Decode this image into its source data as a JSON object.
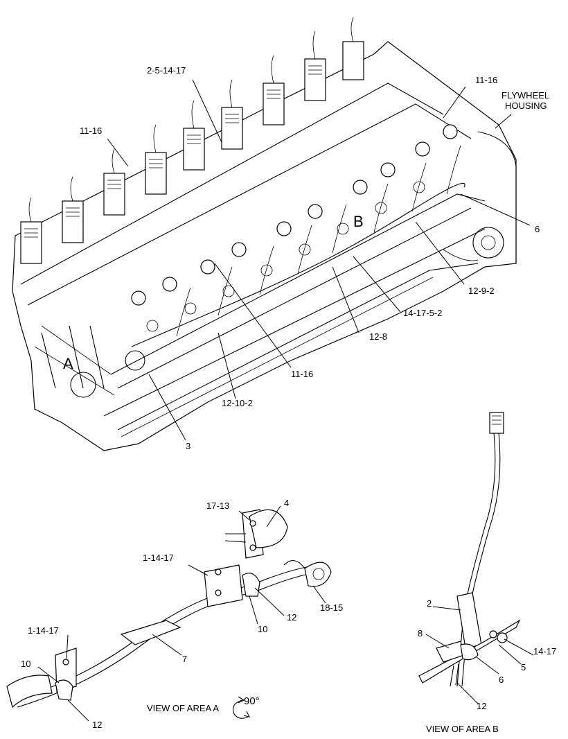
{
  "labels": {
    "top_2_5_14_17": "2-5-14-17",
    "top_11_16_right": "11-16",
    "flywheel_line1": "FLYWHEEL",
    "flywheel_line2": "HOUSING",
    "top_11_16_left": "11-16",
    "top_6": "6",
    "area_b_marker": "B",
    "top_12_9_2": "12-9-2",
    "top_14_17_5_2": "14-17-5-2",
    "top_12_8": "12-8",
    "area_a_marker": "A",
    "top_11_16_bottom": "11-16",
    "top_12_10_2": "12-10-2",
    "top_3": "3",
    "a_17_13": "17-13",
    "a_4": "4",
    "a_1_14_17_upper": "1-14-17",
    "a_12_upper": "12",
    "a_18_15": "18-15",
    "a_10_upper": "10",
    "a_1_14_17_lower": "1-14-17",
    "a_7": "7",
    "a_10_lower": "10",
    "a_12_lower": "12",
    "view_area_a": "VIEW OF AREA  A",
    "rotation": "90°",
    "b_2": "2",
    "b_8": "8",
    "b_14_17": "14-17",
    "b_5": "5",
    "b_6": "6",
    "b_12": "12",
    "view_area_b": "VIEW OF AREA  B"
  }
}
